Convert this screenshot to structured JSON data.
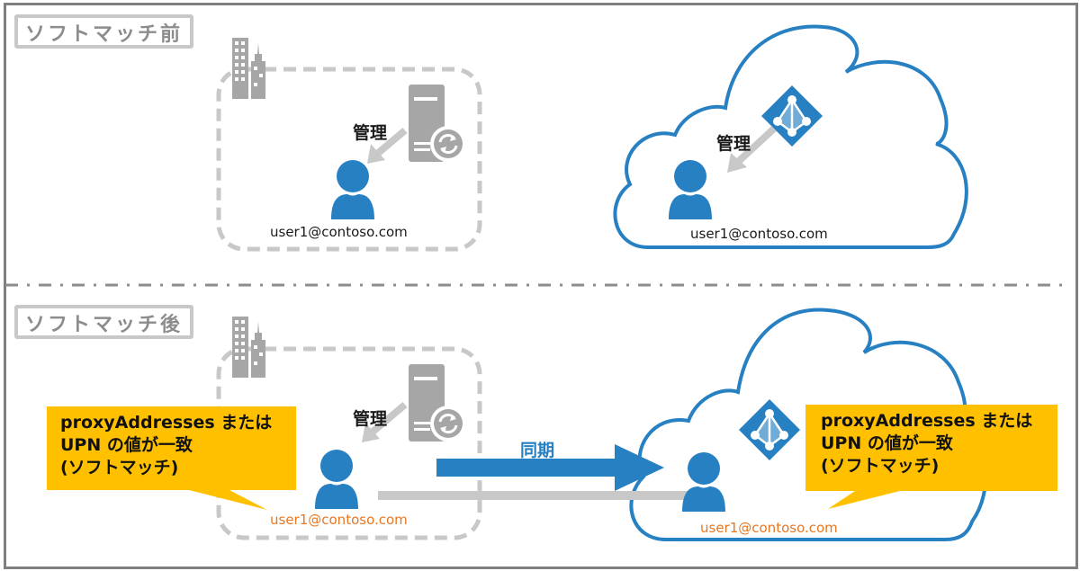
{
  "before": {
    "label": "ソフトマッチ前",
    "onprem": {
      "manage_label": "管理",
      "user_email": "user1@contoso.com",
      "icons": [
        "building-icon",
        "server-sync-icon",
        "user-icon"
      ]
    },
    "cloud": {
      "manage_label": "管理",
      "user_email": "user1@contoso.com",
      "icons": [
        "azure-ad-icon",
        "user-icon"
      ]
    }
  },
  "after": {
    "label": "ソフトマッチ後",
    "onprem": {
      "manage_label": "管理",
      "user_email": "user1@contoso.com",
      "icons": [
        "building-icon",
        "server-sync-icon",
        "user-icon"
      ]
    },
    "cloud": {
      "user_email": "user1@contoso.com",
      "icons": [
        "azure-ad-icon",
        "user-icon"
      ]
    },
    "sync_label": "同期",
    "callout_left": "proxyAddresses または\nUPN の値が一致\n(ソフトマッチ)",
    "callout_right": "proxyAddresses または\nUPN の値が一致\n(ソフトマッチ)"
  },
  "colors": {
    "azure_blue": "#2680c2",
    "gray": "#a6a6a6",
    "light_gray": "#c8c8c8",
    "callout_yellow": "#ffc000",
    "email_orange": "#e87722"
  }
}
